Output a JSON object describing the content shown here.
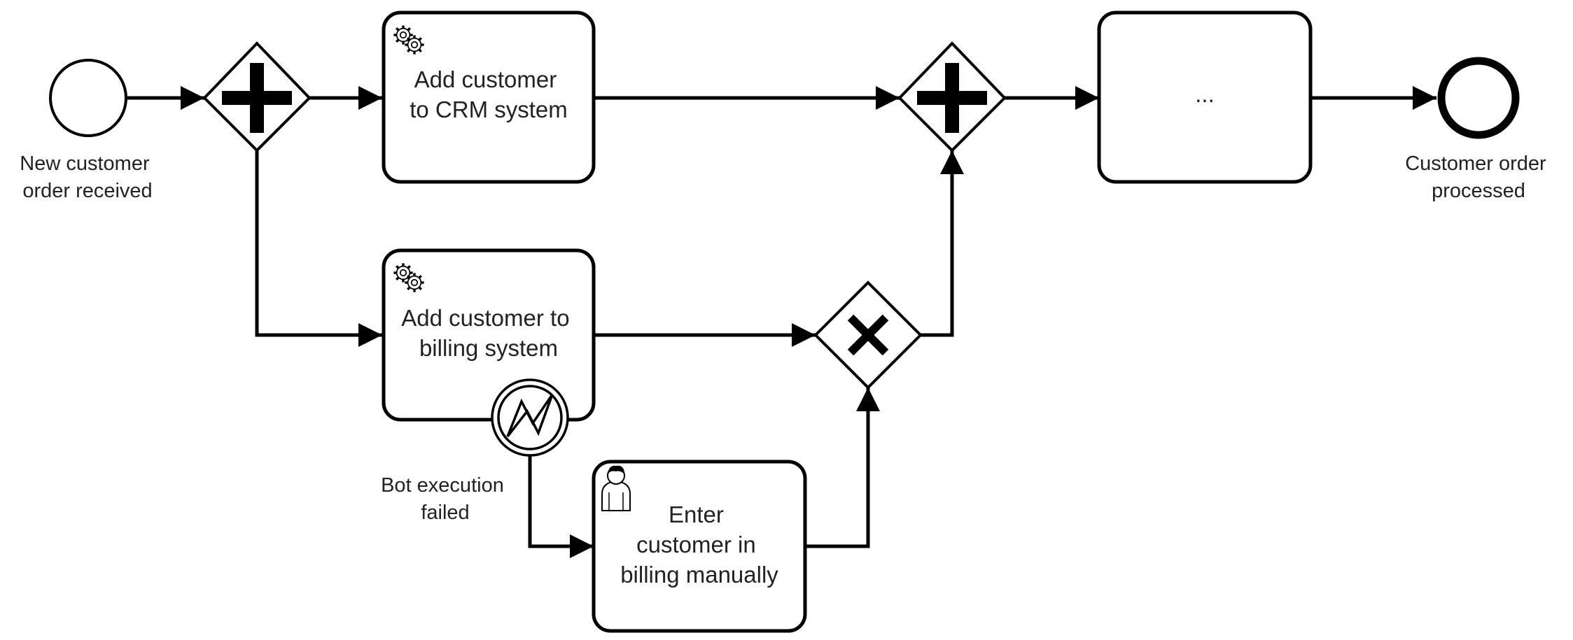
{
  "diagram": {
    "start_event": {
      "label_lines": [
        "New customer",
        "order received"
      ]
    },
    "end_event": {
      "label_lines": [
        "Customer order",
        "processed"
      ]
    },
    "tasks": {
      "crm": {
        "label_lines": [
          "Add customer",
          "to CRM system"
        ],
        "icon": "service-gear-icon"
      },
      "billing": {
        "label_lines": [
          "Add customer to",
          "billing system"
        ],
        "icon": "service-gear-icon"
      },
      "manual": {
        "label_lines": [
          "Enter",
          "customer in",
          "billing manually"
        ],
        "icon": "user-icon"
      },
      "next": {
        "label_lines": [
          "..."
        ]
      }
    },
    "gateways": {
      "split": {
        "type": "parallel",
        "icon": "plus-icon"
      },
      "join": {
        "type": "parallel",
        "icon": "plus-icon"
      },
      "merge": {
        "type": "exclusive",
        "icon": "x-icon"
      }
    },
    "boundary_event": {
      "type": "error",
      "icon": "lightning-icon",
      "label_lines": [
        "Bot execution",
        "failed"
      ]
    }
  }
}
